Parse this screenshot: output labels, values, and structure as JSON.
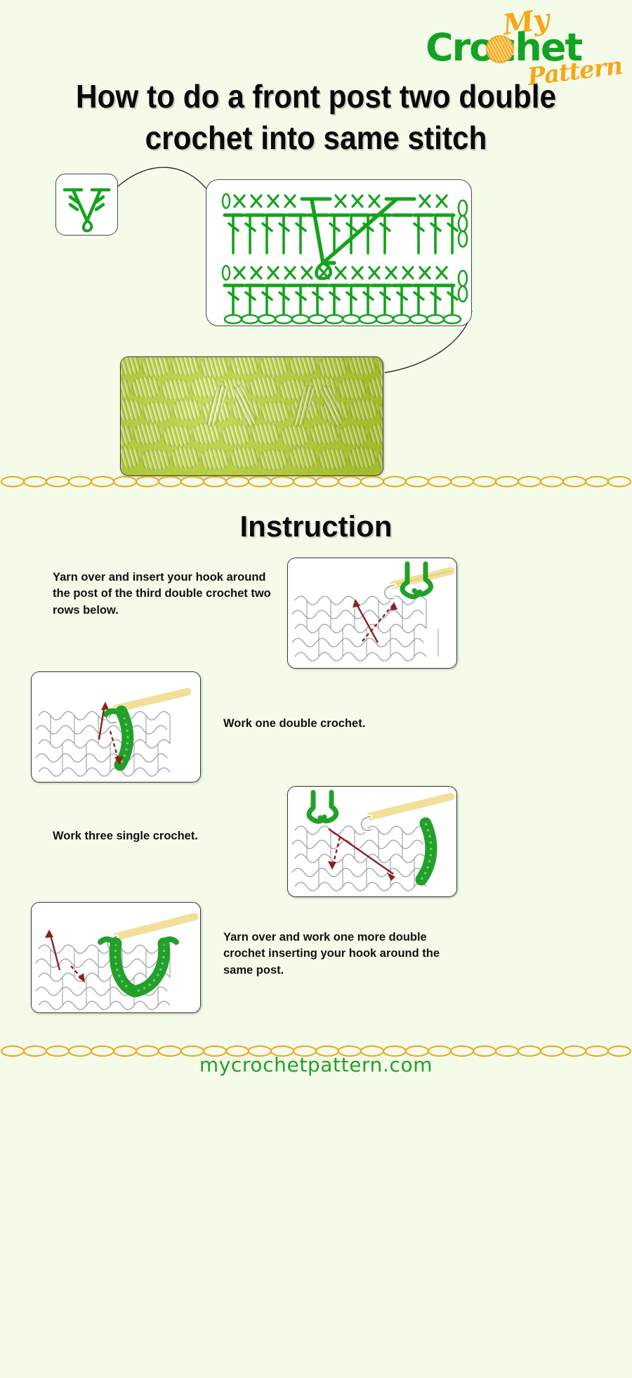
{
  "logo": {
    "word_my": "My",
    "word_crochet": "Crochet",
    "word_pattern": "Pattern",
    "green": "#13a324",
    "orange": "#f5a81c"
  },
  "title": "How to do a front post two double crochet into same stitch",
  "background_color": "#f4fbe8",
  "diagram": {
    "symbol_box_caption": "front-post-two-double-crochet-symbol",
    "chart_caption": "crochet-stitch-chart",
    "photo_caption": "finished-swatch-photo",
    "stitch_green": "#14a31c"
  },
  "instruction": {
    "heading": "Instruction",
    "steps": [
      {
        "text": "Yarn over and insert your hook around the post of the third double crochet two rows below.",
        "image_name": "step-1-illustration"
      },
      {
        "text": "Work one double crochet.",
        "image_name": "step-2-illustration"
      },
      {
        "text": "Work three single crochet.",
        "image_name": "step-3-illustration"
      },
      {
        "text": "Yarn over and work one more double crochet inserting your hook around the same post.",
        "image_name": "step-4-illustration"
      }
    ]
  },
  "footer": {
    "url": "mycrochetpattern.com",
    "url_color": "#22a02a"
  },
  "divider": {
    "color": "#e8a81d",
    "link_count": 40
  }
}
